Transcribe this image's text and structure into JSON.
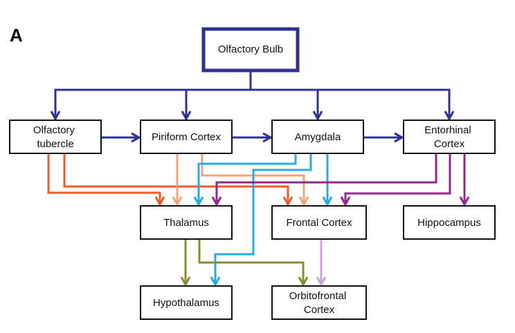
{
  "panel_label": "A",
  "nodes": {
    "olfactory_bulb": {
      "lines": [
        "Olfactory Bulb"
      ]
    },
    "olfactory_tubercle": {
      "lines": [
        "Olfactory",
        "tubercle"
      ]
    },
    "piriform_cortex": {
      "lines": [
        "Piriform Cortex"
      ]
    },
    "amygdala": {
      "lines": [
        "Amygdala"
      ]
    },
    "entorhinal_cortex": {
      "lines": [
        "Entorhinal",
        "Cortex"
      ]
    },
    "thalamus": {
      "lines": [
        "Thalamus"
      ]
    },
    "frontal_cortex": {
      "lines": [
        "Frontal Cortex"
      ]
    },
    "hippocampus": {
      "lines": [
        "Hippocampus"
      ]
    },
    "hypothalamus": {
      "lines": [
        "Hypothalamus"
      ]
    },
    "orbitofrontal_cortex": {
      "lines": [
        "Orbitofrontal",
        "Cortex"
      ]
    }
  },
  "connections": [
    {
      "from": "olfactory_bulb",
      "to": "olfactory_tubercle",
      "color": "#2e3192"
    },
    {
      "from": "olfactory_bulb",
      "to": "piriform_cortex",
      "color": "#2e3192"
    },
    {
      "from": "olfactory_bulb",
      "to": "amygdala",
      "color": "#2e3192"
    },
    {
      "from": "olfactory_bulb",
      "to": "entorhinal_cortex",
      "color": "#2e3192"
    },
    {
      "from": "olfactory_tubercle",
      "to": "piriform_cortex",
      "color": "#2e3192"
    },
    {
      "from": "piriform_cortex",
      "to": "amygdala",
      "color": "#2e3192"
    },
    {
      "from": "amygdala",
      "to": "entorhinal_cortex",
      "color": "#2e3192"
    },
    {
      "from": "olfactory_tubercle",
      "to": "thalamus",
      "color": "#f15a24"
    },
    {
      "from": "olfactory_tubercle",
      "to": "frontal_cortex",
      "color": "#f15a24"
    },
    {
      "from": "piriform_cortex",
      "to": "thalamus",
      "color": "#f4a47a"
    },
    {
      "from": "piriform_cortex",
      "to": "frontal_cortex",
      "color": "#f4a47a"
    },
    {
      "from": "amygdala",
      "to": "thalamus",
      "color": "#29abe2"
    },
    {
      "from": "amygdala",
      "to": "frontal_cortex",
      "color": "#29abe2"
    },
    {
      "from": "amygdala",
      "to": "hypothalamus",
      "color": "#29abe2"
    },
    {
      "from": "entorhinal_cortex",
      "to": "thalamus",
      "color": "#93278f"
    },
    {
      "from": "entorhinal_cortex",
      "to": "frontal_cortex",
      "color": "#93278f"
    },
    {
      "from": "entorhinal_cortex",
      "to": "hippocampus",
      "color": "#93278f"
    },
    {
      "from": "thalamus",
      "to": "hypothalamus",
      "color": "#8c8c2e"
    },
    {
      "from": "thalamus",
      "to": "orbitofrontal_cortex",
      "color": "#8c8c2e"
    },
    {
      "from": "frontal_cortex",
      "to": "orbitofrontal_cortex",
      "color": "#c9a6d6"
    }
  ]
}
